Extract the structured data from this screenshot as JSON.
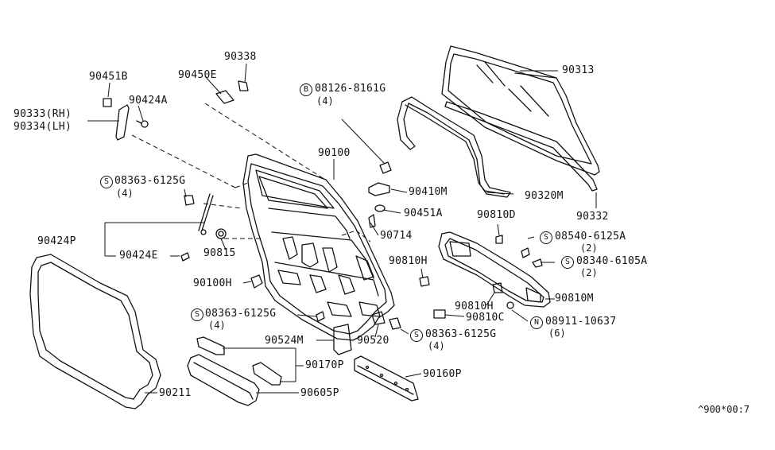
{
  "labels": {
    "p90338": "90338",
    "p90313": "90313",
    "p90451B": "90451B",
    "p90450E": "90450E",
    "p90424A": "90424A",
    "p90333": "90333(RH)",
    "p90334": "90334(LH)",
    "p08126": "08126-8161G",
    "p08126_qty": "(4)",
    "p90100": "90100",
    "p90410M": "90410M",
    "p90320M": "90320M",
    "p90332": "90332",
    "p08363a": "08363-6125G",
    "p08363a_qty": "(4)",
    "p90451A": "90451A",
    "p90810D": "90810D",
    "p90714": "90714",
    "p08540": "08540-6125A",
    "p08540_qty": "(2)",
    "p90424P": "90424P",
    "p90424E": "90424E",
    "p90815": "90815",
    "p90810H_a": "90810H",
    "p08340": "08340-6105A",
    "p08340_qty": "(2)",
    "p90100H": "90100H",
    "p90810M": "90810M",
    "p90810H_b": "90810H",
    "p90810C": "90810C",
    "p08911": "08911-10637",
    "p08911_qty": "(6)",
    "p08363b": "08363-6125G",
    "p08363b_qty": "(4)",
    "p08363c": "08363-6125G",
    "p08363c_qty": "(4)",
    "p90524M": "90524M",
    "p90520": "90520",
    "p90170P": "90170P",
    "p90160P": "90160P",
    "p90211": "90211",
    "p90605P": "90605P"
  },
  "symbols": {
    "bolt": "B",
    "screw": "S",
    "nut": "N"
  },
  "footer": {
    "code": "^900*00:7"
  }
}
